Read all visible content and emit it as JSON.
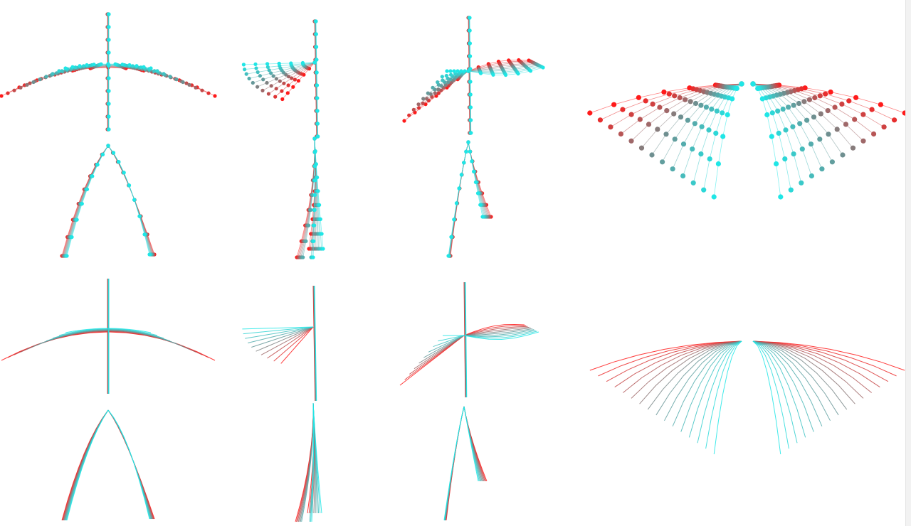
{
  "figure": {
    "background": "#ffffff",
    "color_start": "#ff1a1a",
    "color_end": "#1fe6e6",
    "color_mid": "#6f8f90",
    "rows": [
      "joint-points",
      "joint-trajectories"
    ],
    "columns": [
      "front-view",
      "side-view",
      "three-quarter-view",
      "top-view"
    ]
  }
}
